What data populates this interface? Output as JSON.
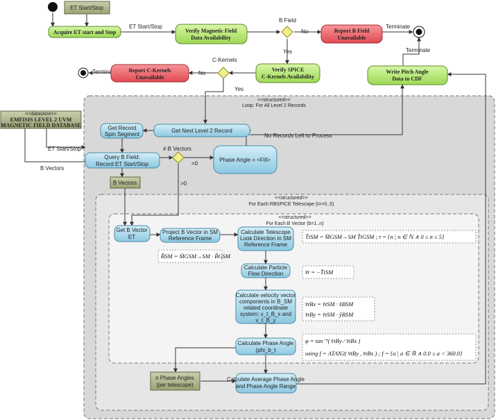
{
  "nodes": {
    "et_start_stop_obj": "ET Start/Stop",
    "acquire_et": "Acquire ET start and Stop",
    "verify_mag": [
      "Verify Magnetic Field",
      "Data Availability"
    ],
    "report_b": [
      "Report B Field",
      "Unavailable"
    ],
    "verify_spice": [
      "Verify SPICE",
      "C-Kernels Availability"
    ],
    "report_ck": [
      "Report C-Kernels",
      "Unavailable"
    ],
    "write_pitch": [
      "Write Pitch Angle",
      "Data to CDF"
    ],
    "datastore_stereo": "<<datastore>>",
    "datastore_name": [
      "EMFISIS LEVEL 2 UVM",
      "MAGNETIC FIELD DATABASE"
    ],
    "get_spin": [
      "Get Record",
      "Spin Segment"
    ],
    "get_next": "Get Next Level 2 Record",
    "query_b": [
      "Query B Field:",
      "Record ET Start/Stop"
    ],
    "phase_fill": "Phase Angle = <Fill>",
    "b_vectors_obj": "B Vectors",
    "get_b_et": [
      "Get B Vector",
      "ET"
    ],
    "project_b": [
      "Project B Vector in SM",
      "Reference Frame"
    ],
    "calc_tel": [
      "Calculate Telescope",
      "Look Direction in SM",
      "Reference Frame"
    ],
    "calc_flow": [
      "Calculate Particle",
      "Flow Direction"
    ],
    "calc_vel": [
      "Calculate velocity vector",
      "components in B_SM",
      "related coordinate",
      "system: v_t_B_x and",
      "v_t_B_y"
    ],
    "calc_phase": [
      "Calculate Phase Angle",
      "(phi_b_t"
    ],
    "n_phase": [
      "n Phase Angles",
      "(per telescope)"
    ],
    "calc_avg": [
      "Calculate Average Phase Angle",
      "and Phase Angle Range"
    ]
  },
  "regions": {
    "loop_stereo": "<<structured>>",
    "loop_title": "Loop: For All Level 2 Records",
    "tel_stereo": "<<structured>>",
    "tel_title": "For Each RBSPICE Telescope (t=>0..5)",
    "bvec_stereo": "<<structured>>",
    "bvec_title": "For Each B Vector (b=1..n)"
  },
  "edges": {
    "et_start_stop": "ET Start/Stop",
    "b_field": "B Field",
    "no": "No",
    "yes": "Yes",
    "terminate": "Terminate",
    "c_kernels": "C-Kernels",
    "no_records": "No Records Left to Process",
    "num_b_vectors": "# B Vectors",
    "eq_zero": "=0",
    "gt_zero": ">0",
    "b_vectors": "B Vectors",
    "et_start_stop_left": "ET Start/Stop"
  },
  "equations": {
    "b_sm": "B̂SM = M̄GSM→SM · B̂GSM",
    "t_sm": "T̂tSM = M̄GSM→SM T̂tGSM ;  t = {n | n ∈ ℕ ∧ 0 ≤ n ≤ 5}",
    "v_t": "v̂t = −T̂tSM",
    "v_x": "v̂tBx = v̂tSM · x̂BSM",
    "v_y": "v̂tBy = v̂tSM · ŷBSM",
    "phi": "φ = tan⁻¹( v̂tBy / v̂tBx )",
    "atan": "using f = ATAN2( v̂tBy , v̂tBx ) ;  f = {a | a ∈ ℝ ∧ 0.0 ≤ a < 360.0}"
  },
  "colors": {
    "green": "#b7ea70",
    "green_stroke": "#5f8a2a",
    "red": "#ef5d63",
    "red_stroke": "#a32c30",
    "blue": "#a9d8ec",
    "blue_stroke": "#4a8aa5",
    "olive": "#aab38a",
    "olive_stroke": "#5e6742",
    "diamond": "#f1f08a",
    "region": "#d6d6d6"
  }
}
